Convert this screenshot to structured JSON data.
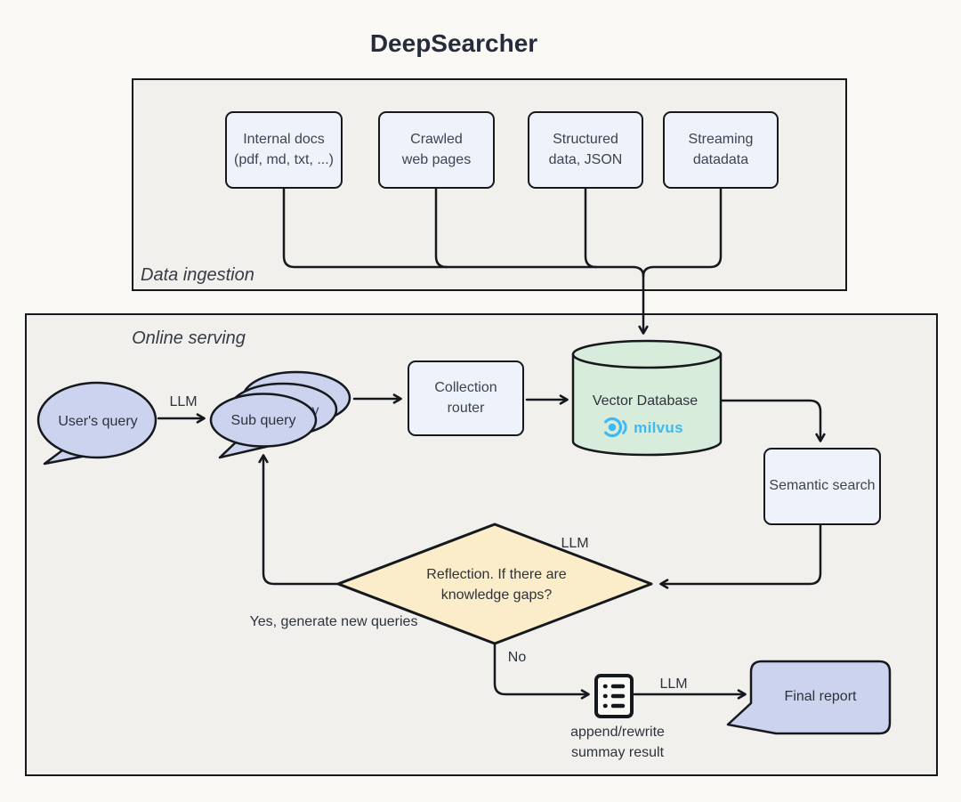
{
  "title": "DeepSearcher",
  "panels": {
    "ingestion": {
      "label": "Data ingestion"
    },
    "serving": {
      "label": "Online serving"
    }
  },
  "sources": [
    {
      "label": "Internal docs\n(pdf, md, txt, ...)"
    },
    {
      "label": "Crawled\nweb pages"
    },
    {
      "label": "Structured\ndata, JSON"
    },
    {
      "label": "Streaming\ndatadata"
    }
  ],
  "nodes": {
    "users_query": {
      "label": "User's query"
    },
    "sub_query": {
      "label": "Sub query"
    },
    "collection_router": {
      "label": "Collection\nrouter"
    },
    "vector_database": {
      "label": "Vector Database",
      "logo_text": "milvus"
    },
    "semantic_search": {
      "label": "Semantic search"
    },
    "reflection": {
      "label": "Reflection. If there are\nknowledge gaps?"
    },
    "summary": {
      "label": "append/rewrite\nsummay result"
    },
    "final_report": {
      "label": "Final report"
    }
  },
  "edge_labels": {
    "llm_subquery": "LLM",
    "llm_reflection": "LLM",
    "llm_report": "LLM",
    "yes_branch": "Yes, generate new queries",
    "no_branch": "No"
  },
  "colors": {
    "background": "#faf9f5",
    "panel_fill": "#f1f0ed",
    "outline": "#15181d",
    "node_fill": "#eef2fb",
    "bubble_fill": "#cbd3ef",
    "database_fill": "#d7ecdb",
    "diamond_fill": "#fbedc9",
    "milvus_blue": "#3fb9f4",
    "text": "#3a3f49"
  }
}
